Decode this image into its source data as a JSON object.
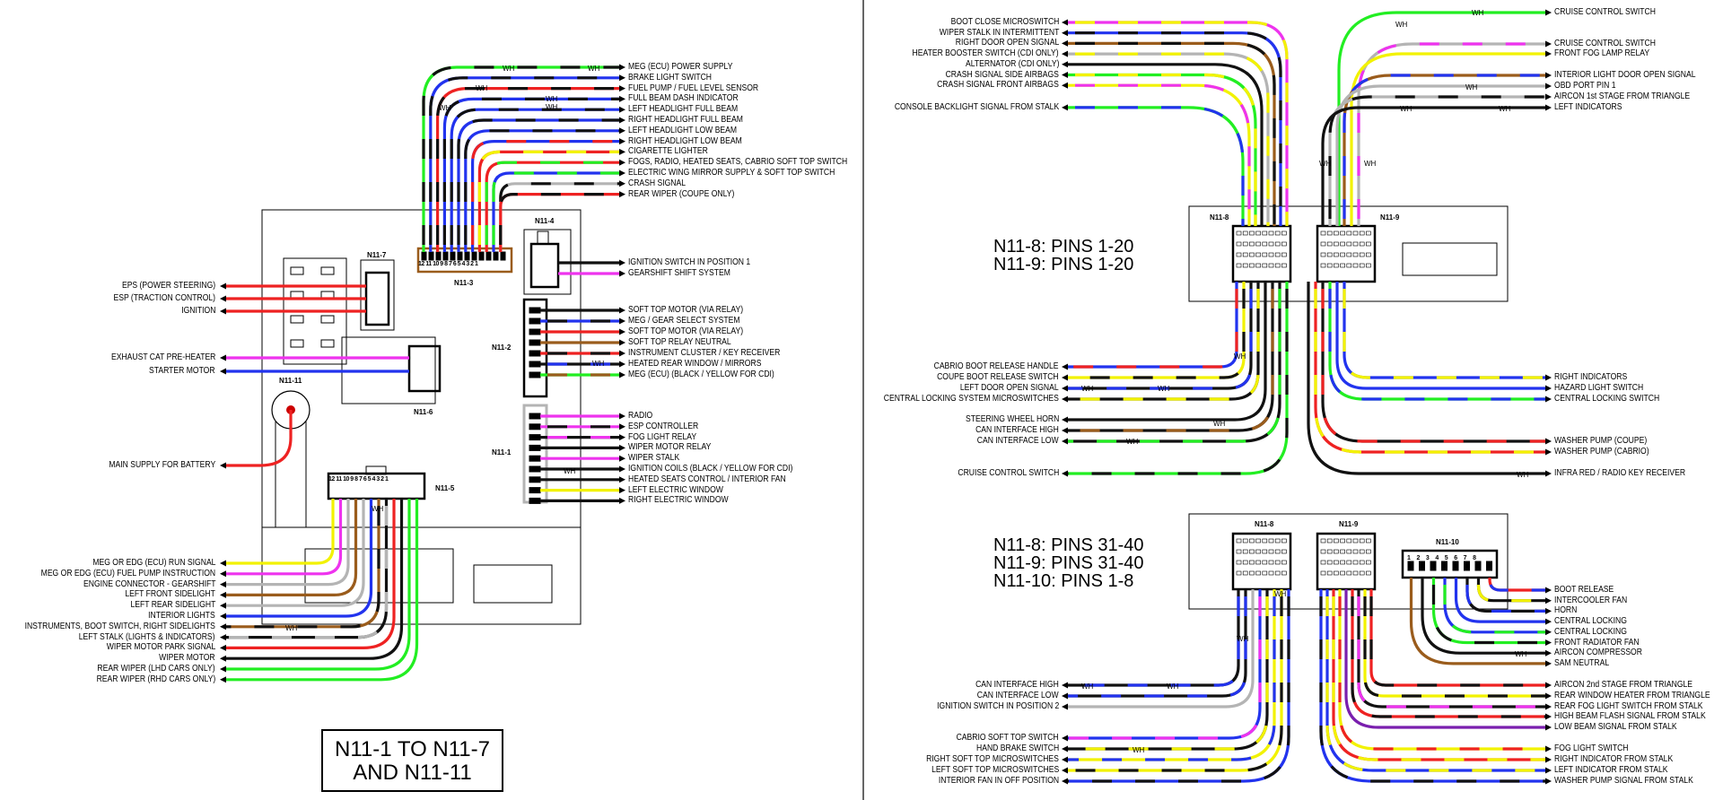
{
  "title": {
    "line1": "N11-1 TO N11-7",
    "line2": "AND N11-11"
  },
  "summary_top": {
    "line1": "N11-8: PINS 1-20",
    "line2": "N11-9: PINS 1-20"
  },
  "summary_bottom": {
    "line1": "N11-8: PINS 31-40",
    "line2": "N11-9: PINS 31-40",
    "line3": "N11-10: PINS 1-8"
  },
  "connectors": {
    "n11_1": "N11-1",
    "n11_2": "N11-2",
    "n11_3": "N11-3",
    "n11_4": "N11-4",
    "n11_5": "N11-5",
    "n11_6": "N11-6",
    "n11_7": "N11-7",
    "n11_8": "N11-8",
    "n11_9": "N11-9",
    "n11_10": "N11-10",
    "n11_11": "N11-11"
  },
  "wh_marker": "WH",
  "colors": {
    "green": "#22ee22",
    "blue": "#2233ee",
    "red": "#ee2222",
    "yellow": "#f2f200",
    "brown": "#9a5c1c",
    "magenta": "#ee33ee",
    "grey": "#b4b4b4",
    "black": "#111111",
    "purple": "#7a1fae"
  },
  "left_panel": {
    "n11_3_labels": [
      "MEG (ECU) POWER SUPPLY",
      "BRAKE LIGHT SWITCH",
      "FUEL PUMP / FUEL LEVEL SENSOR",
      "FULL BEAM DASH INDICATOR",
      "LEFT HEADLIGHT FULL BEAM",
      "RIGHT HEADLIGHT FULL BEAM",
      "LEFT HEADLIGHT LOW BEAM",
      "RIGHT HEADLIGHT LOW BEAM",
      "CIGARETTE LIGHTER",
      "FOGS, RADIO, HEATED SEATS, CABRIO SOFT TOP SWITCH",
      "ELECTRIC WING MIRROR SUPPLY & SOFT TOP SWITCH",
      "CRASH SIGNAL",
      "REAR WIPER (COUPE ONLY)"
    ],
    "n11_4_labels": [
      "IGNITION SWITCH IN POSITION 1",
      "GEARSHIFT SHIFT SYSTEM"
    ],
    "n11_2_labels": [
      "SOFT TOP MOTOR (VIA RELAY)",
      "MEG / GEAR SELECT SYSTEM",
      "SOFT TOP MOTOR (VIA RELAY)",
      "SOFT TOP RELAY NEUTRAL",
      "INSTRUMENT CLUSTER / KEY RECEIVER",
      "HEATED REAR WINDOW / MIRRORS",
      "MEG (ECU) (BLACK / YELLOW FOR CDI)"
    ],
    "n11_1_labels": [
      "RADIO",
      "ESP CONTROLLER",
      "FOG LIGHT RELAY",
      "WIPER MOTOR RELAY",
      "WIPER STALK",
      "IGNITION COILS (BLACK / YELLOW FOR CDI)",
      "HEATED SEATS CONTROL / INTERIOR FAN",
      "LEFT ELECTRIC WINDOW",
      "RIGHT ELECTRIC WINDOW"
    ],
    "n11_7_labels": [
      "EPS (POWER STEERING)",
      "ESP (TRACTION CONTROL)",
      "IGNITION"
    ],
    "n11_6_labels": [
      "EXHAUST CAT PRE-HEATER",
      "STARTER MOTOR"
    ],
    "n11_11_label": "MAIN SUPPLY FOR BATTERY",
    "n11_5_labels": [
      "MEG OR EDG (ECU) RUN SIGNAL",
      "MEG OR EDG (ECU) FUEL PUMP INSTRUCTION",
      "ENGINE CONNECTOR - GEARSHIFT",
      "LEFT FRONT SIDELIGHT",
      "LEFT REAR SIDELIGHT",
      "INTERIOR LIGHTS",
      "INSTRUMENTS, BOOT SWITCH, RIGHT SIDELIGHTS",
      "LEFT STALK (LIGHTS & INDICATORS)",
      "WIPER MOTOR PARK SIGNAL",
      "WIPER MOTOR",
      "REAR WIPER (LHD CARS ONLY)",
      "REAR WIPER (RHD CARS ONLY)"
    ],
    "n11_3_pins": "12 11 10 9 8 7 6 5 4 3 2 1",
    "n11_5_pins": "12 11 10 9 8 7 6 5 4 3 2 1"
  },
  "right_panel": {
    "top_left_labels": [
      "BOOT CLOSE MICROSWITCH",
      "WIPER STALK IN INTERMITTENT",
      "RIGHT DOOR OPEN SIGNAL",
      "HEATER BOOSTER SWITCH (CDI ONLY)",
      "ALTERNATOR (CDI ONLY)",
      "CRASH SIGNAL SIDE AIRBAGS",
      "CRASH SIGNAL FRONT AIRBAGS",
      "CONSOLE BACKLIGHT SIGNAL FROM STALK"
    ],
    "top_right_labels": [
      "CRUISE CONTROL SWITCH",
      "CRUISE CONTROL SWITCH",
      "FRONT FOG LAMP RELAY",
      "INTERIOR LIGHT DOOR OPEN SIGNAL",
      "OBD PORT PIN 1",
      "AIRCON 1st STAGE FROM TRIANGLE",
      "LEFT INDICATORS"
    ],
    "mid_left_labels": [
      "CABRIO BOOT RELEASE HANDLE",
      "COUPE BOOT RELEASE SWITCH",
      "LEFT DOOR OPEN SIGNAL",
      "CENTRAL LOCKING SYSTEM MICROSWITCHES",
      "STEERING WHEEL HORN",
      "CAN INTERFACE HIGH",
      "CAN INTERFACE LOW",
      "CRUISE CONTROL SWITCH"
    ],
    "mid_right_labels": [
      "RIGHT INDICATORS",
      "HAZARD LIGHT SWITCH",
      "CENTRAL LOCKING SWITCH",
      "WASHER PUMP (COUPE)",
      "WASHER PUMP (CABRIO)",
      "INFRA RED / RADIO KEY RECEIVER"
    ],
    "n11_10_labels": [
      "BOOT RELEASE",
      "INTERCOOLER FAN",
      "HORN",
      "CENTRAL LOCKING",
      "CENTRAL LOCKING",
      "FRONT RADIATOR FAN",
      "AIRCON COMPRESSOR",
      "SAM NEUTRAL"
    ],
    "bottom_left_labels": [
      "CAN INTERFACE HIGH",
      "CAN INTERFACE LOW",
      "IGNITION SWITCH IN POSITION 2",
      "CABRIO SOFT TOP SWITCH",
      "HAND BRAKE SWITCH",
      "RIGHT SOFT TOP MICROSWITCHES",
      "LEFT SOFT TOP MICROSWITCHES",
      "INTERIOR FAN IN OFF POSITION"
    ],
    "bottom_right_labels": [
      "AIRCON 2nd STAGE FROM TRIANGLE",
      "REAR WINDOW HEATER FROM TRIANGLE",
      "REAR FOG LIGHT SWITCH FROM STALK",
      "HIGH BEAM FLASH SIGNAL FROM STALK",
      "LOW BEAM SIGNAL FROM STALK",
      "FOG LIGHT SWITCH",
      "RIGHT INDICATOR FROM STALK",
      "LEFT INDICATOR FROM STALK",
      "WASHER PUMP SIGNAL FROM STALK"
    ],
    "n11_10_pins": "1 2 3 4 5 6 7 8"
  }
}
